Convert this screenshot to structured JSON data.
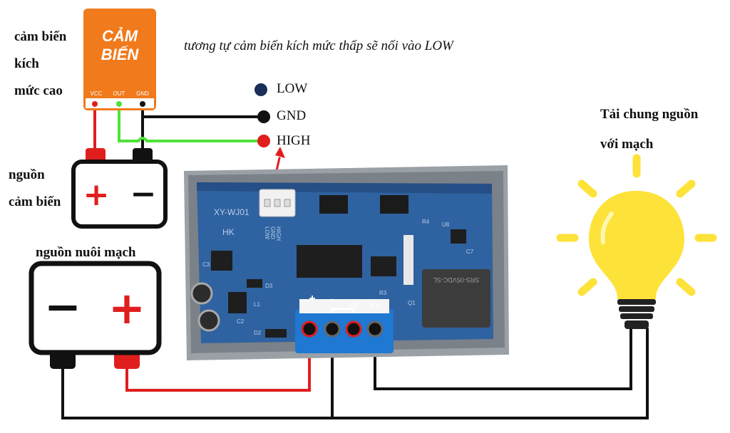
{
  "sensor": {
    "title_line1": "CẢM",
    "title_line2": "BIẾN",
    "pin_vcc": "VCC",
    "pin_out": "OUT",
    "pin_gnd": "GND",
    "label_line1": "cảm biến",
    "label_line2": "kích",
    "label_line3": "mức cao",
    "body_color": "#f07a1c"
  },
  "note": "tương tự cảm biến kích mức thấp sẽ nối vào LOW",
  "connector_pins": {
    "low": "LOW",
    "gnd": "GND",
    "high": "HIGH"
  },
  "sensor_power": {
    "label_line1": "nguồn",
    "label_line2": "cảm biến",
    "plus": "+",
    "minus": "−"
  },
  "board_power": {
    "label": "nguồn nuôi mạch",
    "plus": "+",
    "minus": "−"
  },
  "load": {
    "label_line1": "Tải chung nguồn",
    "label_line2": "với mạch",
    "bulb_color": "#fde23a"
  },
  "board": {
    "model": "XY-WJ01",
    "maker": "HK",
    "header_labels": [
      "HIGH",
      "GND",
      "LOW"
    ],
    "terminal_labels": [
      "+",
      "-",
      "K0",
      "K1"
    ],
    "chip_labels": [
      "C3",
      "D3",
      "L1",
      "D2",
      "R3",
      "R4",
      "U8",
      "C7",
      "Q1",
      "C2"
    ],
    "relay_text": "SRS-05VDC-SL",
    "pcb_color": "#2f62a0",
    "terminal_color": "#1f78d1"
  },
  "wire_colors": {
    "red": "#e01e1e",
    "black": "#111111",
    "green": "#4fe23a"
  }
}
